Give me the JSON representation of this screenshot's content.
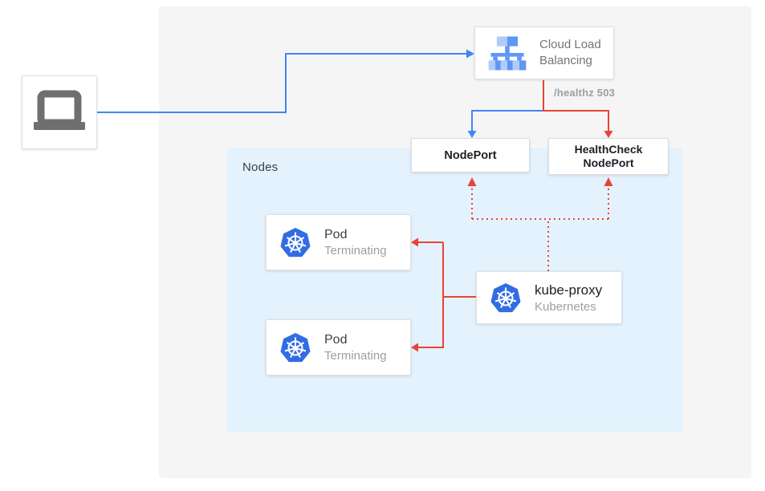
{
  "colors": {
    "blue": "#4285F4",
    "red": "#EA4335",
    "k8s-blue": "#326CE5",
    "nodes-bg": "#E3F2FD",
    "canvas-bg": "#F5F5F5",
    "text-dark": "#202124",
    "text-light": "#9AA0A6"
  },
  "diagram": {
    "external_client": {
      "icon": "laptop-icon"
    },
    "cloud_load_balancing": {
      "label": "Cloud Load Balancing",
      "icon": "load-balancer-icon"
    },
    "edge_labels": {
      "healthz": "/healthz 503"
    },
    "nodes_group": {
      "label": "Nodes"
    },
    "nodeport": {
      "label": "NodePort"
    },
    "healthcheck_nodeport": {
      "label": "HealthCheck NodePort"
    },
    "pods": [
      {
        "title": "Pod",
        "subtitle": "Terminating",
        "icon": "kubernetes-icon"
      },
      {
        "title": "Pod",
        "subtitle": "Terminating",
        "icon": "kubernetes-icon"
      }
    ],
    "kube_proxy": {
      "title": "kube-proxy",
      "subtitle": "Kubernetes",
      "icon": "kubernetes-icon"
    }
  }
}
